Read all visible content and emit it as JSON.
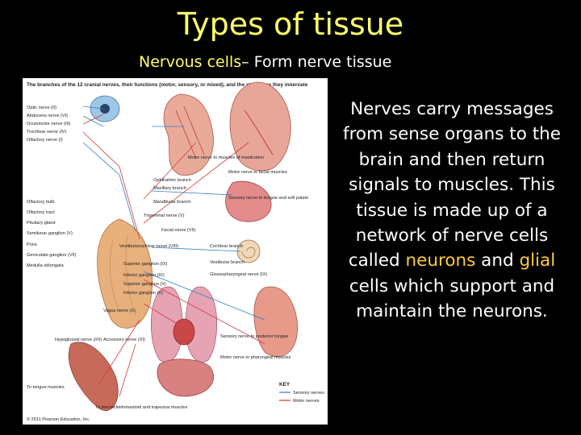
{
  "title": "Types of tissue",
  "subtitle": {
    "highlight": "Nervous cells",
    "rest": "– Form nerve tissue"
  },
  "figure": {
    "caption": "The branches of the 12 cranial nerves, their functions (motor, sensory, or mixed), and the structures they innervate",
    "copyright": "© 2011 Pearson Education, Inc.",
    "labels": {
      "optic": "Optic nerve (II)",
      "abducens": "Abducens nerve (VI)",
      "oculomotor": "Oculomotor nerve (III)",
      "trochlear": "Trochlear nerve (IV)",
      "olfactory": "Olfactory nerve (I)",
      "olf_bulb": "Olfactory bulb",
      "olf_tract": "Olfactory tract",
      "pituitary": "Pituitary gland",
      "semilunar": "Semilunar ganglion (V)",
      "pons": "Pons",
      "geniculate": "Geniculate ganglion (VII)",
      "medulla": "Medulla oblongata",
      "hypoglossal": "Hypoglossal nerve (XII)",
      "tongue_muscles": "To tongue muscles",
      "motor_mastication": "Motor nerve to muscles of mastication",
      "ophthalmic": "Ophthalmic branch",
      "maxillary": "Maxillary branch",
      "mandibular": "Mandibular branch",
      "trigeminal": "Trigeminal nerve (V)",
      "facial": "Facial nerve (VII)",
      "motor_facial": "Motor nerve to facial muscles",
      "sensory_tongue": "Sensory nerve to tongue and soft palate",
      "vestibulocochlear": "Vestibulocochlear nerve (VIII)",
      "cochlear": "Cochlear branch",
      "vestibular": "Vestibular branch",
      "superior_ix": "Superior ganglion (IX)",
      "glossopharyngeal": "Glossopharyngeal nerve (IX)",
      "inferior_ix": "Inferior ganglion (IX)",
      "superior_x": "Superior ganglion (X)",
      "inferior_x": "Inferior ganglion (X)",
      "vagus": "Vagus nerve (X)",
      "accessory": "Accessory nerve (XI)",
      "sensory_post_tongue": "Sensory nerve to posterior tongue",
      "motor_pharyngeal": "Motor nerve to pharyngeal muscles",
      "sterno": "To sternocleidomastoid and trapezius muscles",
      "key": "KEY",
      "key_sensory": "Sensory nerves",
      "key_motor": "Motor nerves"
    }
  },
  "body": {
    "p1": "Nerves carry messages from sense organs to the brain and then return signals to muscles. This tissue is made up of a network of nerve cells called ",
    "neurons": "neurons",
    "p2": " and ",
    "glial": "glial",
    "p3": " cells which support and maintain the neurons."
  },
  "colors": {
    "title": "#ffff66",
    "highlight_body": "#ffcc33",
    "background": "#000000"
  }
}
